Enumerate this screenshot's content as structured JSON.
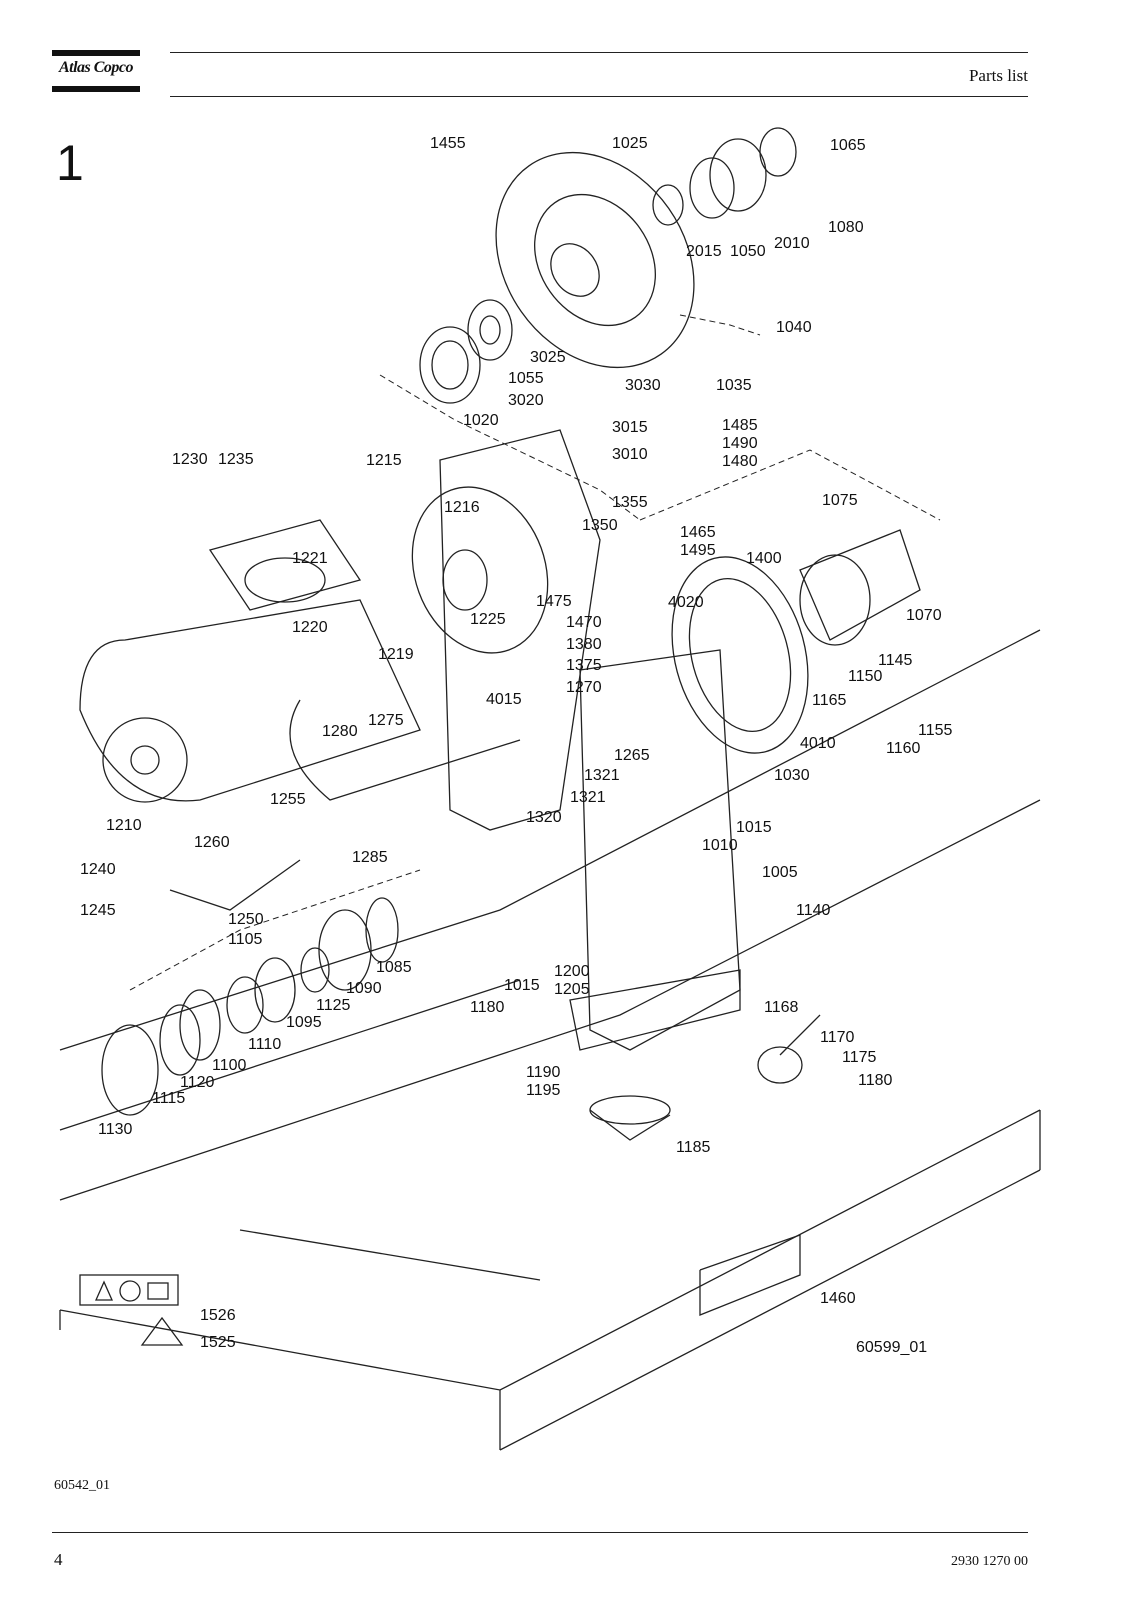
{
  "header": {
    "brand": "Atlas Copco",
    "section_title": "Parts list"
  },
  "figure": {
    "number": "1",
    "drawing_ref_right": "60599_01",
    "drawing_ref_left": "60542_01",
    "part_labels": [
      "1455",
      "1025",
      "1065",
      "1080",
      "2015",
      "1050",
      "2010",
      "1040",
      "3025",
      "1055",
      "3030",
      "1035",
      "3020",
      "1020",
      "3015",
      "1485",
      "1490",
      "1480",
      "3010",
      "1230",
      "1235",
      "1215",
      "1355",
      "1216",
      "1350",
      "1075",
      "1465",
      "1495",
      "1400",
      "1221",
      "1475",
      "4020",
      "1225",
      "1470",
      "1070",
      "1220",
      "1380",
      "1219",
      "1375",
      "1145",
      "1150",
      "1270",
      "4015",
      "1165",
      "1155",
      "1280",
      "1275",
      "1265",
      "4010",
      "1160",
      "1321",
      "1321",
      "1030",
      "1210",
      "1255",
      "1320",
      "1015",
      "1260",
      "1010",
      "1285",
      "1240",
      "1005",
      "1245",
      "1140",
      "1250",
      "1105",
      "1085",
      "1200",
      "1015",
      "1090",
      "1205",
      "1125",
      "1180",
      "1168",
      "1095",
      "1110",
      "1170",
      "1100",
      "1175",
      "1120",
      "1190",
      "1180",
      "1115",
      "1195",
      "1130",
      "1185",
      "1460",
      "1526",
      "1525"
    ]
  },
  "footer": {
    "page_number": "4",
    "document_number": "2930 1270 00"
  }
}
